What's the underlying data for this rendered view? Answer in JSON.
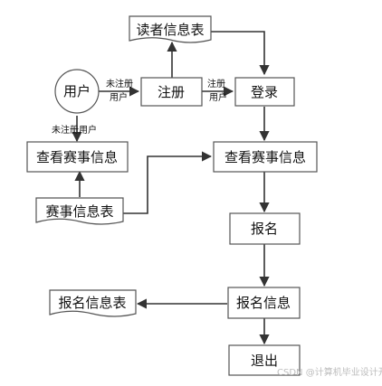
{
  "nodes": {
    "reader_table": "读者信息表",
    "user": "用户",
    "register": "注册",
    "login": "登录",
    "view_left": "查看赛事信息",
    "view_right": "查看赛事信息",
    "event_table": "赛事信息表",
    "signup": "报名",
    "signup_info": "报名信息",
    "signup_table": "报名信息表",
    "logout": "退出"
  },
  "edge_labels": {
    "user_to_register_line1": "未注册",
    "user_to_register_line2": "用户",
    "register_to_login_line1": "注册",
    "register_to_login_line2": "用户",
    "user_to_view_left": "未注册用户"
  },
  "watermark": "CSDN @计算机毕业设计开发",
  "colors": {
    "box_fill": "#ffffff",
    "box_stroke": "#555555",
    "arrow": "#333333",
    "text": "#111111"
  }
}
